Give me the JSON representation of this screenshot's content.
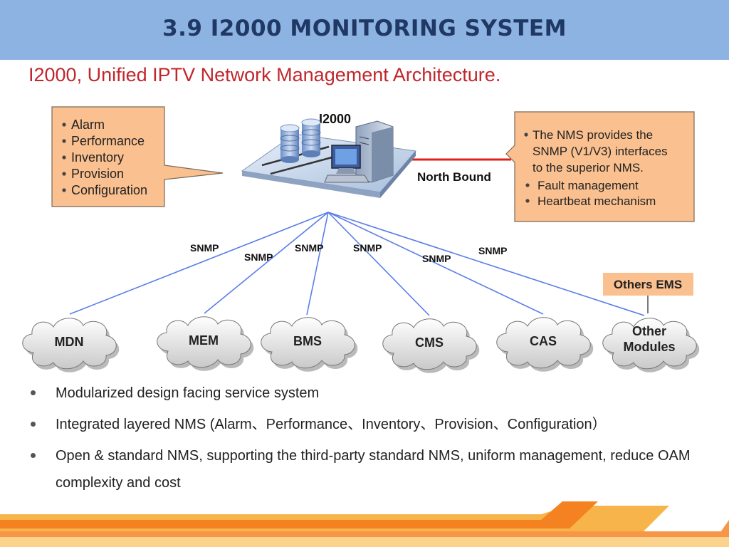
{
  "header": {
    "title": "3.9  I2000 MONITORING SYSTEM"
  },
  "subtitle": "I2000, Unified IPTV Network Management Architecture.",
  "diagram": {
    "server_label": "I2000",
    "left_callout": [
      "Alarm",
      "Performance",
      "Inventory",
      "Provision",
      "Configuration"
    ],
    "right_callout": [
      "The NMS provides the",
      "SNMP (V1/V3) interfaces",
      "to the superior NMS.",
      "Fault management",
      "Heartbeat mechanism"
    ],
    "north_bound_label": "North Bound",
    "others_ems_label": "Others EMS",
    "snmp_label": "SNMP",
    "modules": [
      "MDN",
      "MEM",
      "BMS",
      "CMS",
      "CAS",
      "Other Modules"
    ],
    "colors": {
      "callout_fill": "#fac090",
      "link_line": "#5a7de8",
      "north_bound_line": "#e0201e",
      "header_bg": "#8db3e2"
    }
  },
  "bullets": [
    "Modularized design facing service system",
    "Integrated layered NMS (Alarm、Performance、Inventory、Provision、Configuration）",
    "Open & standard NMS, supporting the third-party standard NMS, uniform management, reduce OAM complexity and cost"
  ]
}
